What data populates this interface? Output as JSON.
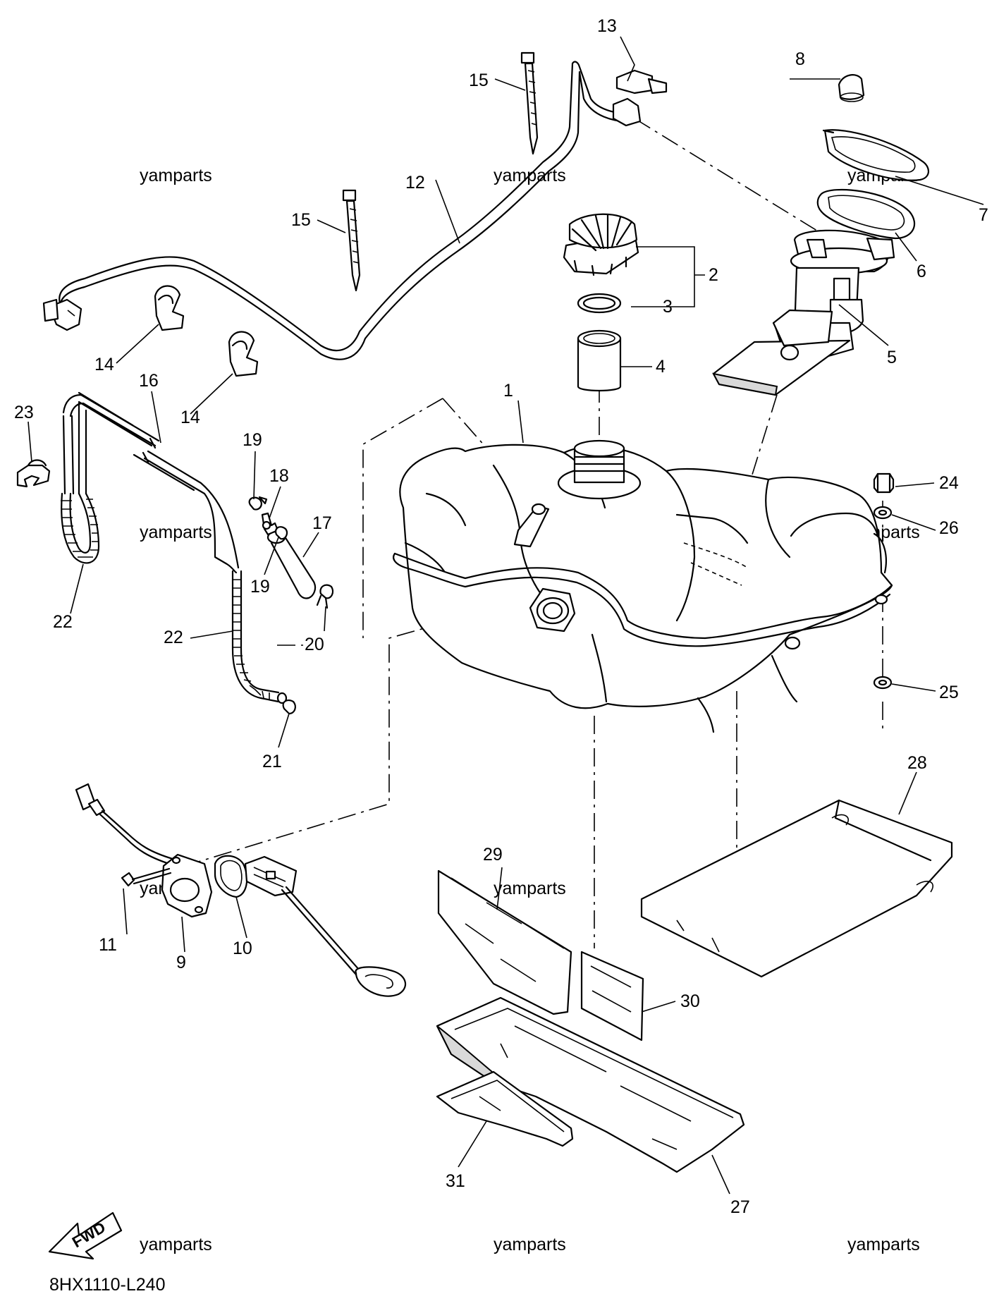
{
  "diagram": {
    "code": "8HX1110-L240",
    "fwd_label": "FWD",
    "watermark": "yamparts",
    "callouts": [
      "1",
      "2",
      "3",
      "4",
      "5",
      "6",
      "7",
      "8",
      "9",
      "10",
      "11",
      "12",
      "13",
      "14",
      "15",
      "16",
      "17",
      "18",
      "19",
      "20",
      "21",
      "22",
      "23",
      "24",
      "25",
      "26",
      "27",
      "28",
      "29",
      "30",
      "31"
    ]
  }
}
